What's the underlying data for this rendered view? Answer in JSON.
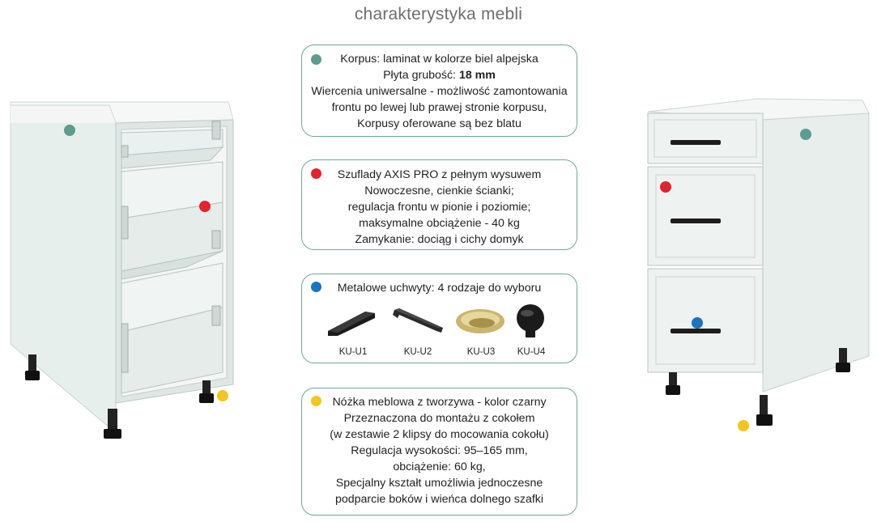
{
  "title": "charakterystyka mebli",
  "colors": {
    "teal": "#5e9c90",
    "red": "#e0242a",
    "blue": "#1a73c4",
    "yellow": "#f5c51e",
    "border": "#6fa89a"
  },
  "boxes": {
    "korpus": {
      "line1": "Korpus: laminat w kolorze biel alpejska",
      "line2_prefix": "Płyta grubość: ",
      "line2_bold": "18 mm",
      "line3": "Wiercenia uniwersalne - możliwość zamontowania",
      "line4": "frontu  po lewej lub prawej stronie korpusu,",
      "line5": "Korpusy oferowane są bez blatu"
    },
    "szuflady": {
      "line1": "Szuflady AXIS PRO z pełnym wysuwem",
      "line2": "Nowoczesne, cienkie ścianki;",
      "line3": "regulacja frontu w pionie i poziomie;",
      "line4": "maksymalne obciążenie - 40 kg",
      "line5": "Zamykanie: dociąg i cichy domyk"
    },
    "uchwyty": {
      "line1": "Metalowe uchwyty: 4 rodzaje do wyboru",
      "handles": [
        "KU-U1",
        "KU-U2",
        "KU-U3",
        "KU-U4"
      ]
    },
    "nozka": {
      "line1": "Nóżka meblowa z tworzywa - kolor czarny",
      "line2": "Przeznaczona do montażu z cokołem",
      "line3": "(w zestawie 2 klipsy do mocowania cokołu)",
      "line4": "Regulacja wysokości: 95–165 mm,",
      "line5": "obciążenie: 60 kg,",
      "line6": "Specjalny kształt umożliwia jednoczesne",
      "line7": "podparcie boków i wieńca dolnego szafki"
    }
  }
}
